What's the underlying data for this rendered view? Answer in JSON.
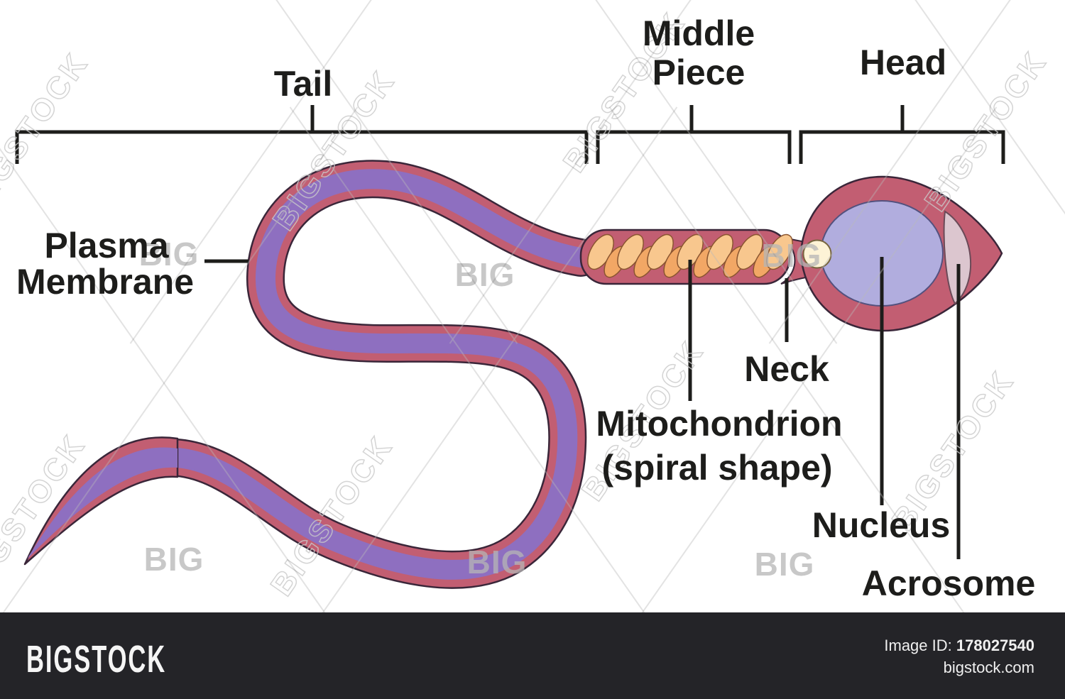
{
  "diagram": {
    "region_labels": {
      "tail": "Tail",
      "middle_piece_line1": "Middle",
      "middle_piece_line2": "Piece",
      "head": "Head"
    },
    "part_labels": {
      "plasma_membrane_line1": "Plasma",
      "plasma_membrane_line2": "Membrane",
      "neck": "Neck",
      "mitochondrion_line1": "Mitochondrion",
      "mitochondrion_line2": "(spiral shape)",
      "nucleus": "Nucleus",
      "acrosome": "Acrosome"
    }
  },
  "watermark": {
    "brand": "BIGSTOCK",
    "brand_short": "BIG"
  },
  "footer": {
    "logo": "BIGSTOCK",
    "image_id_label": "Image ID:",
    "image_id": "178027540",
    "website": "bigstock.com"
  },
  "colors": {
    "pink": "#C25E72",
    "purple": "#8E6FC0",
    "outline": "#3A2639",
    "coil-light": "#F8C78E",
    "coil-dark": "#F2A765",
    "coil-outline": "#8A5530",
    "nucleus-fill": "#B1ADDE",
    "nucleus-outline": "#53517E",
    "acrosome-fill": "#DCC6CF",
    "acrosome-outline": "#6B4A58",
    "neckball-fill": "#FDF3D6",
    "neckball-outline": "#77653F",
    "ink": "#1D1D1B",
    "watermark": "#C9C9C9",
    "bar-bg": "#242428",
    "bar-text": "#F0F0F0"
  }
}
